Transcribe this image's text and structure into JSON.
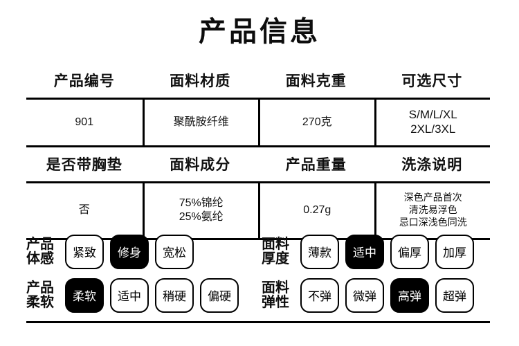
{
  "page": {
    "title": "产品信息",
    "background_color": "#ffffff",
    "ink_color": "#000000",
    "selected_chip_bg": "#000000",
    "selected_chip_fg": "#ffffff"
  },
  "spec_table": {
    "row1": {
      "headers": [
        "产品编号",
        "面料材质",
        "面料克重",
        "可选尺寸"
      ],
      "values": {
        "product_no": "901",
        "fabric_material": "聚酰胺纤维",
        "fabric_weight": "270克",
        "sizes_line1": "S/M/L/XL",
        "sizes_line2": "2XL/3XL"
      }
    },
    "row2": {
      "headers": [
        "是否带胸垫",
        "面料成分",
        "产品重量",
        "洗涤说明"
      ],
      "values": {
        "has_bra_pad": "否",
        "composition_line1": "75%锦纶",
        "composition_line2": "25%氨纶",
        "product_weight": "0.27g",
        "wash_line1": "深色产品首次",
        "wash_line2": "清洗易浮色",
        "wash_line3": "忌口深浅色同洗"
      }
    }
  },
  "attributes": [
    {
      "label_line1": "产品",
      "label_line2": "体感",
      "options": [
        {
          "text": "紧致",
          "selected": false
        },
        {
          "text": "修身",
          "selected": true
        },
        {
          "text": "宽松",
          "selected": false
        }
      ]
    },
    {
      "label_line1": "面料",
      "label_line2": "厚度",
      "options": [
        {
          "text": "薄款",
          "selected": false
        },
        {
          "text": "适中",
          "selected": true
        },
        {
          "text": "偏厚",
          "selected": false
        },
        {
          "text": "加厚",
          "selected": false
        }
      ]
    },
    {
      "label_line1": "产品",
      "label_line2": "柔软",
      "options": [
        {
          "text": "柔软",
          "selected": true
        },
        {
          "text": "适中",
          "selected": false
        },
        {
          "text": "稍硬",
          "selected": false
        },
        {
          "text": "偏硬",
          "selected": false
        }
      ]
    },
    {
      "label_line1": "面料",
      "label_line2": "弹性",
      "options": [
        {
          "text": "不弹",
          "selected": false
        },
        {
          "text": "微弹",
          "selected": false
        },
        {
          "text": "高弹",
          "selected": true
        },
        {
          "text": "超弹",
          "selected": false
        }
      ]
    }
  ]
}
